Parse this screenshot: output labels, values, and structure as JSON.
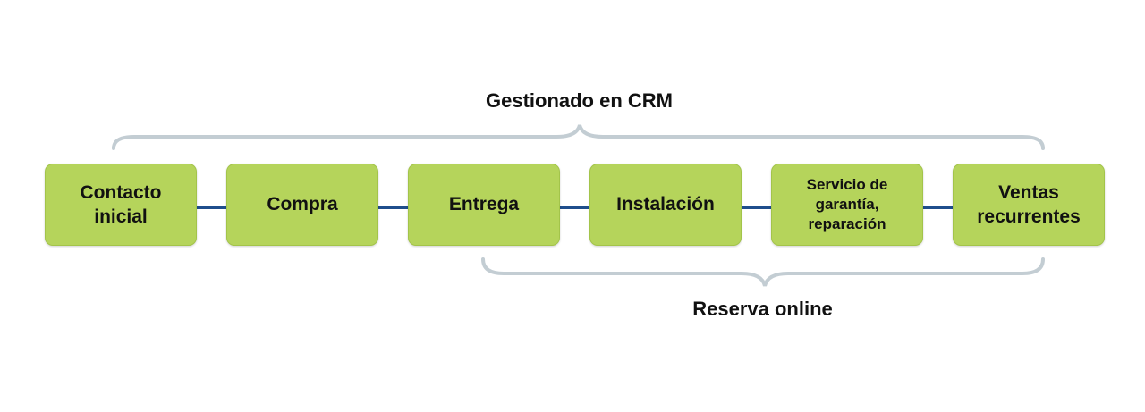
{
  "diagram": {
    "top_label": "Gestionado en CRM",
    "bottom_label": "Reserva online",
    "stages": [
      {
        "label": "Contacto\ninicial"
      },
      {
        "label": "Compra"
      },
      {
        "label": "Entrega"
      },
      {
        "label": "Instalación"
      },
      {
        "label": "Servicio de\ngarantía,\nreparación"
      },
      {
        "label": "Ventas\nrecurrentes"
      }
    ],
    "colors": {
      "box_fill": "#b5d45b",
      "connector": "#1f4e8c",
      "brace": "#c3cdd3"
    }
  }
}
